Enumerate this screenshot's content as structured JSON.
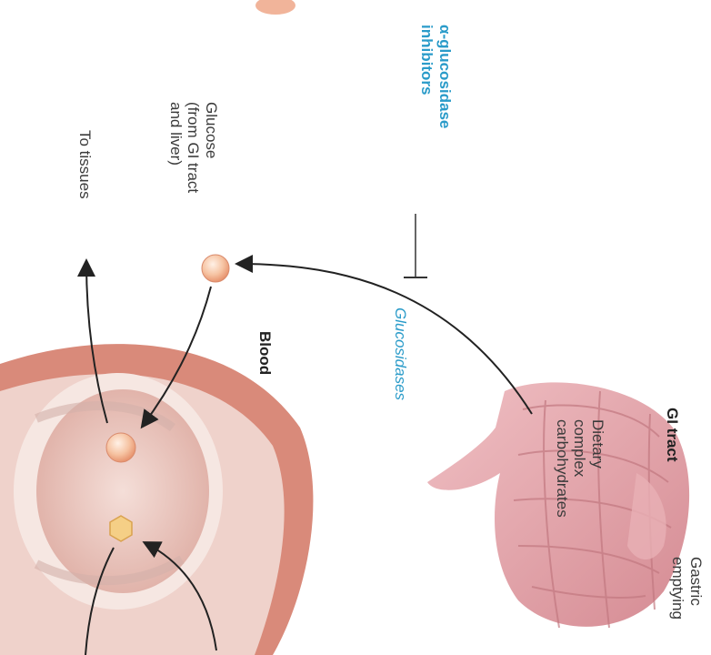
{
  "labels": {
    "inhibitor": "α-glucosidase\ninhibitors",
    "glucosidases": "Glucosidases",
    "glucose": "Glucose\n(from GI tract\nand liver)",
    "to_tissues": "To tissues",
    "blood": "Blood",
    "gi_tract": "GI tract",
    "dietary": "Dietary\ncomplex\ncarbohydrates",
    "gastric": "Gastric\nemptying"
  },
  "colors": {
    "label_text": "#3a3a3a",
    "inhibitor_blue": "#2a9bc9",
    "vessel_outer": "#d98a7a",
    "vessel_inner": "#e9c9c2",
    "intestine": "#e3a3a8",
    "glucose_molecule": "#f6c3a2"
  }
}
